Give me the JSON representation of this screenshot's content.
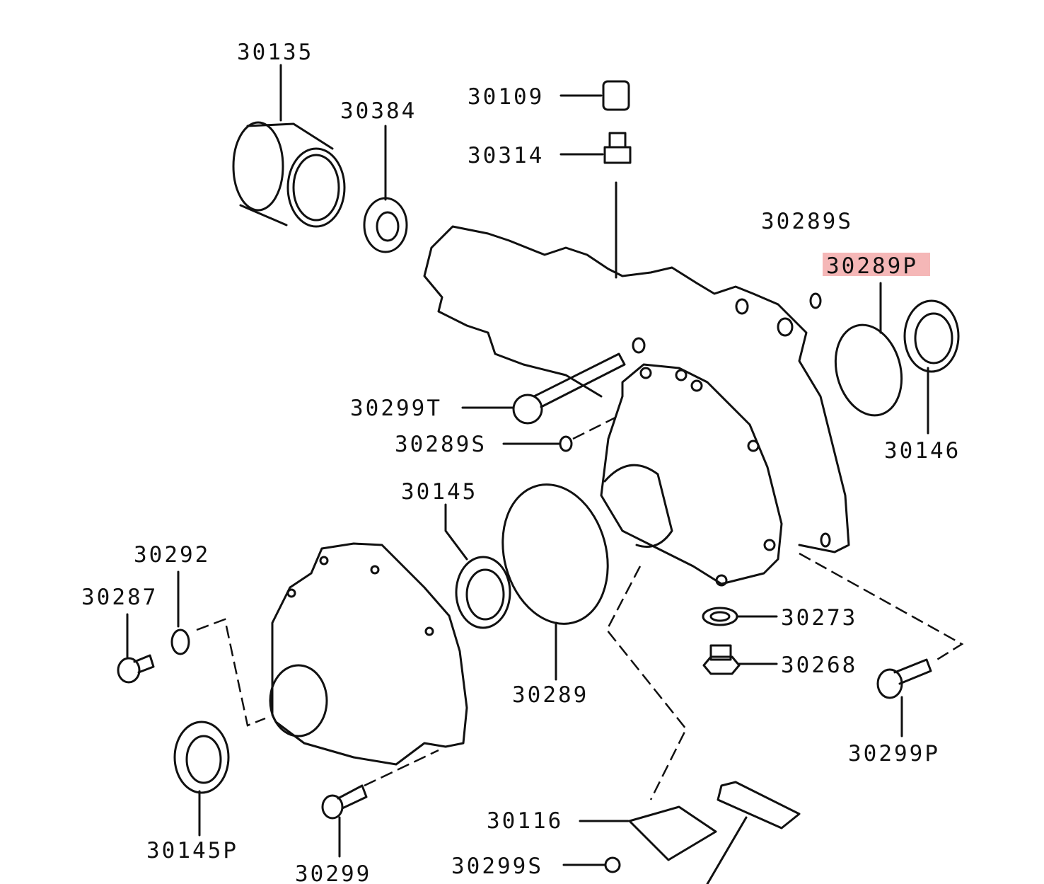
{
  "diagram": {
    "highlight_color": "#f5b7b7",
    "highlighted_part": "30289P",
    "labels": {
      "l30135": "30135",
      "l30384": "30384",
      "l30109": "30109",
      "l30314": "30314",
      "l30289S_top": "30289S",
      "l30289P": "30289P",
      "l30299T": "30299T",
      "l30289S_mid": "30289S",
      "l30146": "30146",
      "l30145": "30145",
      "l30292": "30292",
      "l30287": "30287",
      "l30273": "30273",
      "l30268": "30268",
      "l30289": "30289",
      "l30299P": "30299P",
      "l30145P": "30145P",
      "l30299": "30299",
      "l30116": "30116",
      "l30299S": "30299S"
    }
  }
}
